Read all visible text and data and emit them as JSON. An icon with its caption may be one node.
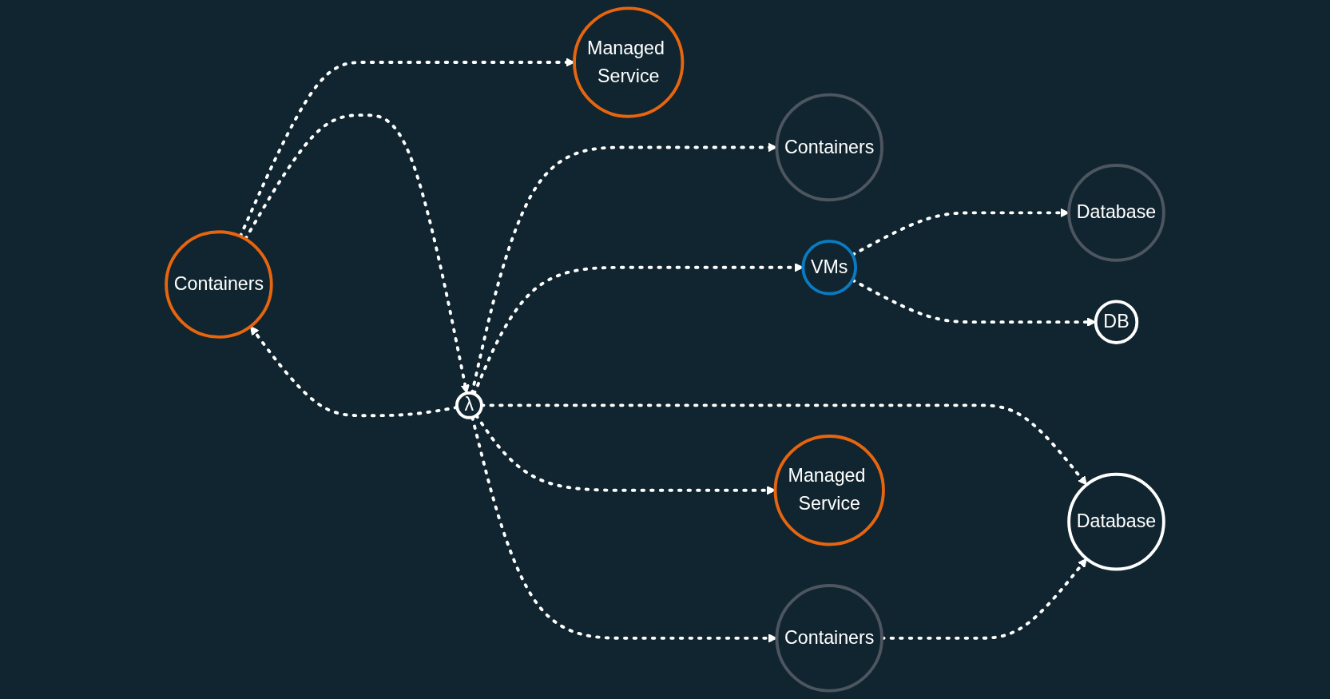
{
  "diagram": {
    "nodes": [
      {
        "text": [
          "Managed Service"
        ]
      },
      {
        "text": [
          "Containers"
        ]
      },
      {
        "text": [
          "Database"
        ]
      },
      {
        "text": [
          "VMs"
        ]
      },
      {
        "text": [
          "Containers"
        ]
      },
      {
        "text": [
          "λ"
        ]
      },
      {
        "text": [
          "DB"
        ]
      },
      {
        "text": [
          "Containers"
        ]
      },
      {
        "text": [
          "Managed Service"
        ]
      },
      {
        "text": [
          "Database"
        ]
      }
    ],
    "edges": [
      {
        "from": 4,
        "to": 0,
        "arrow": "to"
      },
      {
        "from": 5,
        "to": 1,
        "arrow": "to"
      },
      {
        "from": 3,
        "to": 2,
        "arrow": "to"
      },
      {
        "from": 5,
        "to": 3,
        "arrow": "to"
      },
      {
        "from": 4,
        "to": 5,
        "arrow": "to"
      },
      {
        "from": 5,
        "to": 4,
        "arrow": "to"
      },
      {
        "from": 3,
        "to": 6,
        "arrow": "to"
      },
      {
        "from": 5,
        "to": 9,
        "arrow": "to"
      },
      {
        "from": 5,
        "to": 8,
        "arrow": "to"
      },
      {
        "from": 5,
        "to": 7,
        "arrow": "to"
      },
      {
        "from": 7,
        "to": 9,
        "arrow": "to"
      }
    ]
  }
}
